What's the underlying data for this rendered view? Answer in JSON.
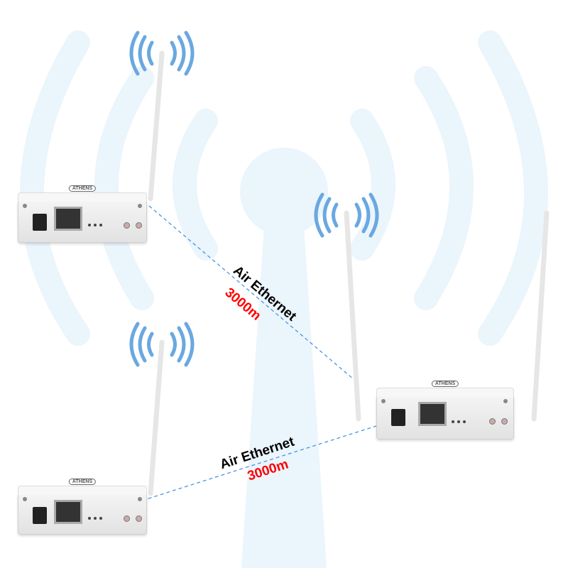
{
  "links": [
    {
      "label": "Air Ethernet",
      "distance": "3000m"
    },
    {
      "label": "Air Ethernet",
      "distance": "3000m"
    }
  ],
  "device_logo": "ATHENS",
  "colors": {
    "label": "#000000",
    "distance": "#ff0000",
    "link_line": "#3a8fe0",
    "wifi_waves": "#6aa8e0",
    "background_wifi": "#eaf5fc"
  }
}
